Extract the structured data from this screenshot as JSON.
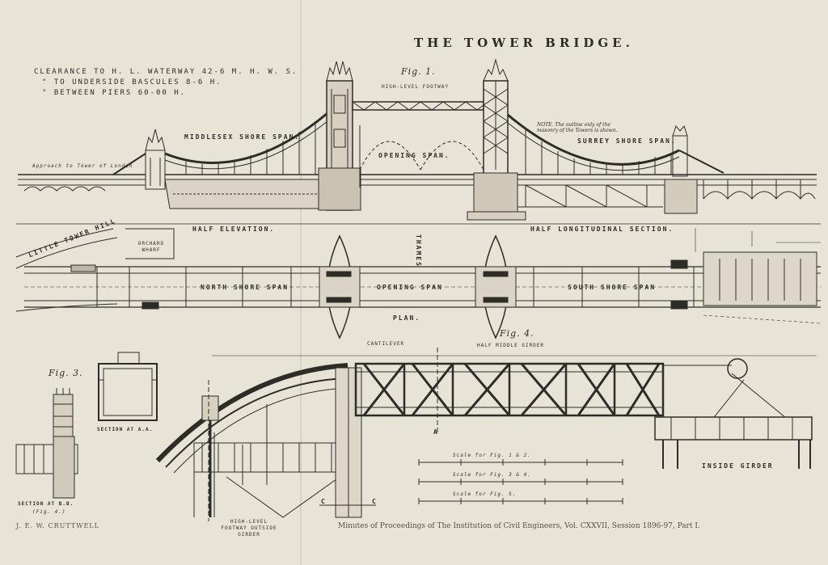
{
  "title": "THE TOWER BRIDGE.",
  "clearances": {
    "line1": "CLEARANCE TO H. L. WATERWAY 42-6 M. H. W. S.",
    "line2": "\" TO UNDERSIDE BASCULES 8-6 H.",
    "line3": "\" BETWEEN PIERS 60-00 H."
  },
  "fig1": {
    "label": "Fig. 1.",
    "high_level_footway": "HIGH-LEVEL FOOTWAY",
    "middlesex_span": "MIDDLESEX SHORE SPAN.",
    "opening_span": "OPENING SPAN.",
    "surrey_span": "SURREY SHORE SPAN.",
    "half_elevation": "HALF ELEVATION.",
    "half_section": "HALF LONGITUDINAL SECTION.",
    "approach_left": "Approach to Tower of London",
    "note": "NOTE. The outline only of the masonry of the Towers is shown."
  },
  "plan": {
    "label": "PLAN.",
    "little_tower_hill": "LITTLE TOWER HILL",
    "orchard_wharf": "ORCHARD WHARF",
    "north_span": "NORTH SHORE SPAN",
    "opening_span": "OPENING SPAN",
    "south_span": "SOUTH SHORE SPAN",
    "thames": "THAMES"
  },
  "fig4": {
    "label": "Fig. 4.",
    "cantilever": "CANTILEVER",
    "half_middle_girder": "HALF MIDDLE GIRDER",
    "inside_girder": "INSIDE GIRDER",
    "section_aa": "SECTION AT A.A.",
    "footway_girder": "HIGH-LEVEL FOOTWAY OUTSIDE GIRDER",
    "a_mark": "A",
    "c_mark": "C"
  },
  "fig3": {
    "label": "Fig. 3.",
    "section_bb": "SECTION AT B.B.",
    "sub": "(Fig. 4.)"
  },
  "scales": {
    "s1": "Scale for Fig. 1 & 2.",
    "s2": "Scale for Fig. 3 & 4.",
    "s3": "Scale for Fig. 5."
  },
  "credit": "J. E. W. CRUTTWELL",
  "footer": "Minutes of Proceedings of The Institution of Civil Engineers, Vol. CXXVII, Session 1896-97, Part I.",
  "colors": {
    "paper": "#e7e3d7",
    "ink": "#2e2c27"
  }
}
